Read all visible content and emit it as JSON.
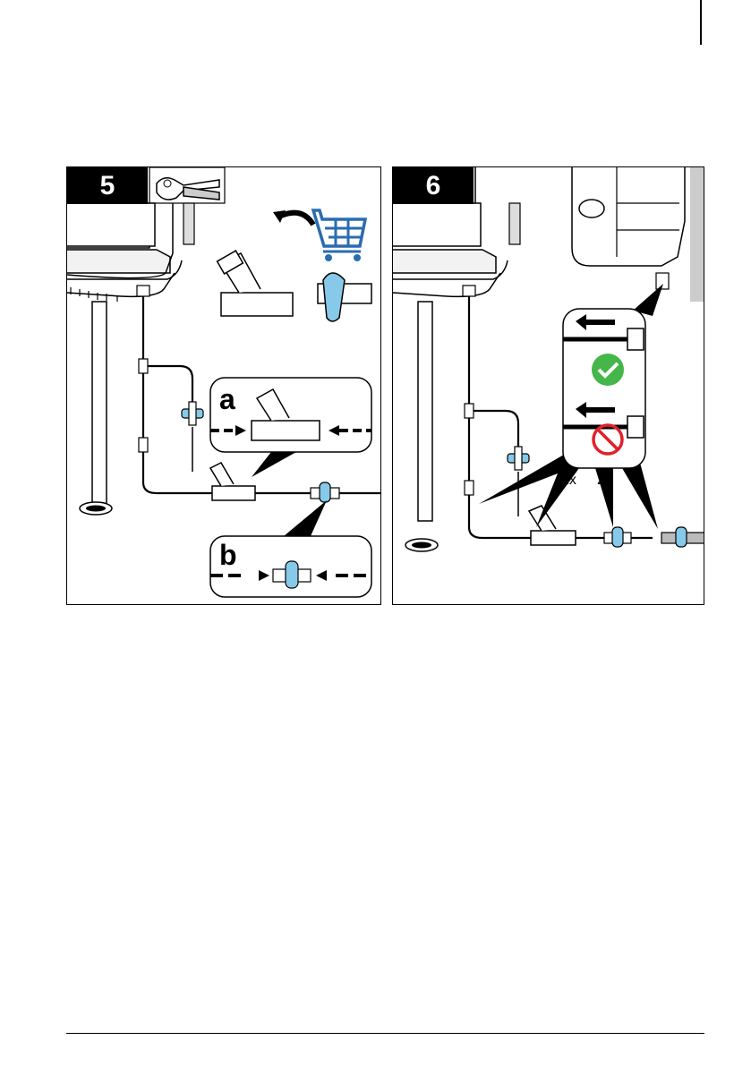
{
  "page": {
    "cut_mark": "|"
  },
  "step5": {
    "number": "5",
    "tool_icon": "tube-cutter-icon",
    "cart_icon": "shopping-cart-icon",
    "callout_a": {
      "letter": "a"
    },
    "callout_b": {
      "letter": "b"
    },
    "drain_icon": "floor-drain-icon"
  },
  "step6": {
    "number": "6",
    "correct_icon": "checkmark-icon",
    "incorrect_icon": "prohibited-icon",
    "count_left": "2x",
    "count_right": "2x",
    "drain_icon": "floor-drain-icon"
  },
  "colors": {
    "accent_blue": "#86c9e8",
    "check_green": "#45b649",
    "prohibit_red": "#e0202a",
    "cart_blue": "#2a6cb0"
  }
}
